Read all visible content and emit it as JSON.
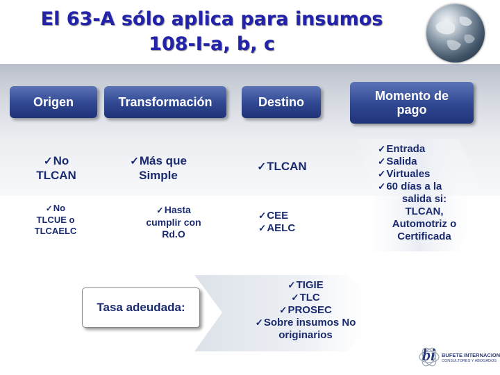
{
  "title": {
    "line1": "El 63-A sólo aplica para insumos",
    "line2": "108-I-a, b, c"
  },
  "headers": {
    "origen": "Origen",
    "transformacion": "Transformación",
    "destino": "Destino",
    "momento_line1": "Momento de",
    "momento_line2": "pago"
  },
  "origen": {
    "row1": [
      "No",
      "TLCAN"
    ],
    "row2": [
      "No",
      "TLCUE o",
      "TLCAELC"
    ]
  },
  "transformacion": {
    "row1": [
      "Más que",
      "Simple"
    ],
    "row2": [
      "Hasta",
      "cumplir con",
      "Rd.O"
    ]
  },
  "destino": {
    "row1": [
      "TLCAN"
    ],
    "row2": [
      "CEE",
      "AELC"
    ]
  },
  "momento_list": [
    "Entrada",
    "Salida",
    "Virtuales",
    "60 días a la"
  ],
  "momento_tail": [
    "salida si:",
    "TLCAN,",
    "Automotriz o",
    "Certificada"
  ],
  "tasa_label": "Tasa adeudada:",
  "tasa_items": [
    "TIGIE",
    "TLC",
    "PROSEC",
    "Sobre insumos No"
  ],
  "tasa_tail": "originarios",
  "logo": {
    "name_line1": "BUFETE INTERNACIONAL",
    "name_line2": "CONSULTORES Y ABOGADOS",
    "mark": "bi"
  },
  "colors": {
    "title": "#2222aa",
    "header_blue": "#2f4791",
    "text_blue": "#1a2a6e"
  }
}
